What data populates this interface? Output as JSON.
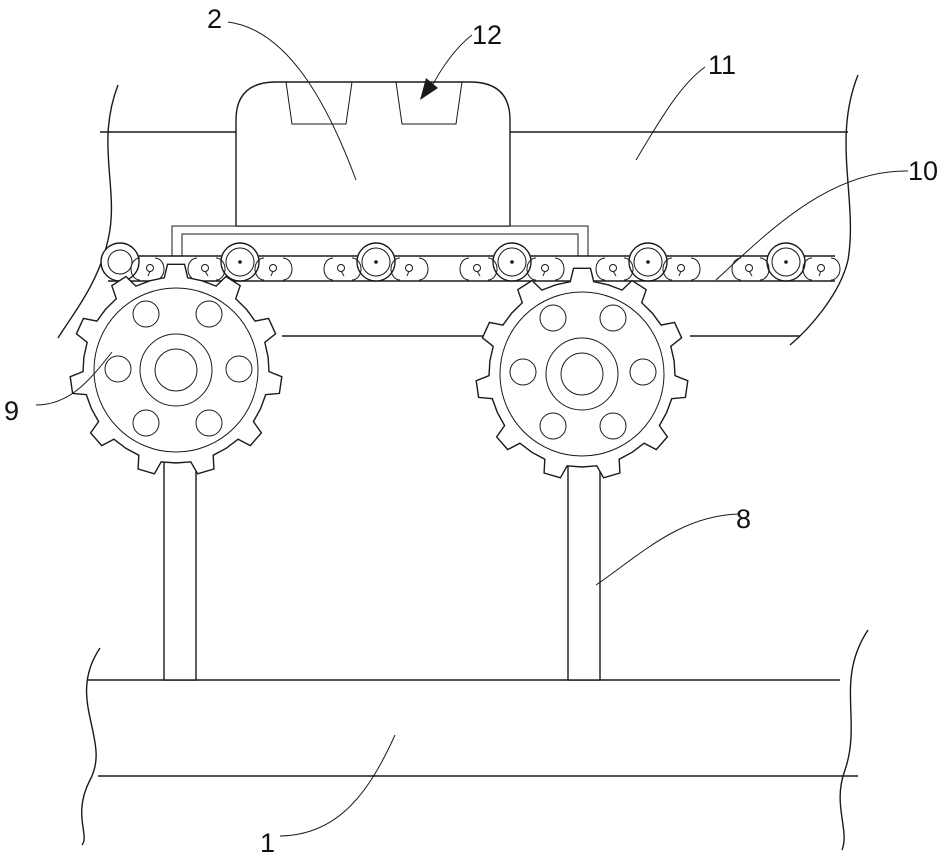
{
  "labels": {
    "l1": "1",
    "l2": "2",
    "l8": "8",
    "l9": "9",
    "l10": "10",
    "l11": "11",
    "l12": "12"
  },
  "colors": {
    "stroke": "#1a1a1a",
    "background": "#ffffff"
  }
}
